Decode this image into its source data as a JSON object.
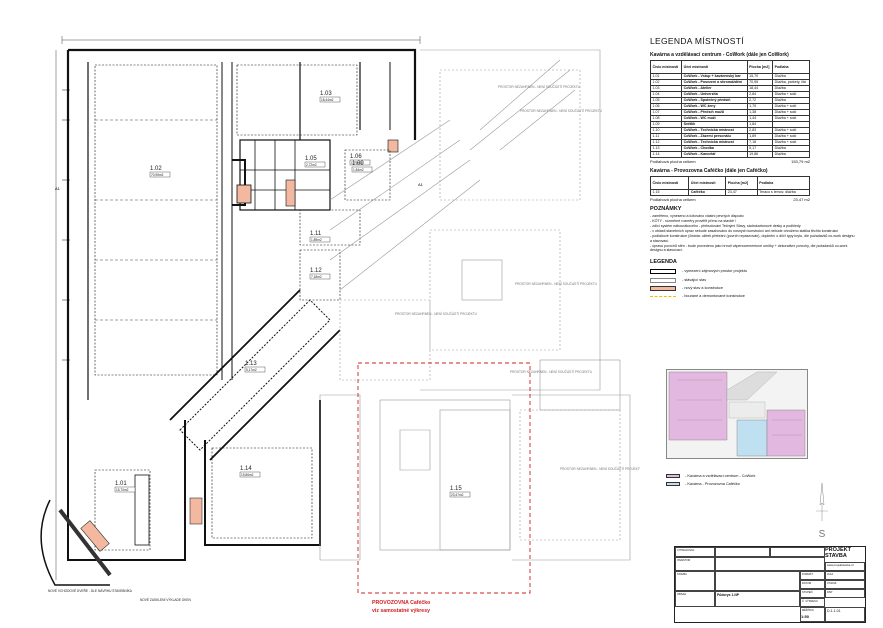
{
  "legend": {
    "title": "LEGENDA MÍSTNOSTÍ",
    "section1_title": "Kavárna a vzdělávací centrum - CoWork (dále jen CoWork)",
    "headers": [
      "Číslo místnosti",
      "Účel místnosti",
      "Plocha [m2]",
      "Podlaha"
    ],
    "rooms1": [
      {
        "no": "1.01",
        "name": "CoWork - Vstup + kavárenský bar",
        "area": "15,70",
        "floor": "Dlažba"
      },
      {
        "no": "1.02",
        "name": "CoWork - Posezení a shromáždění",
        "area": "70,95",
        "floor": "Dlažba, parkety, litá"
      },
      {
        "no": "1.03",
        "name": "CoWork - Atelier",
        "area": "18,44",
        "floor": "Dlažba"
      },
      {
        "no": "1.04",
        "name": "CoWork - Univerzita",
        "area": "2,84",
        "floor": "Dlažba + sokl"
      },
      {
        "no": "1.05",
        "name": "CoWork - Společný předsíň",
        "area": "2,72",
        "floor": "Dlažba"
      },
      {
        "no": "1.06",
        "name": "CoWork - WC ženy",
        "area": "1,79",
        "floor": "Dlažba + sokl"
      },
      {
        "no": "1.07",
        "name": "CoWork - Předsíň mužů",
        "area": "1,38",
        "floor": "Dlažba + sokl"
      },
      {
        "no": "1.08",
        "name": "CoWork - WC muži",
        "area": "1,44",
        "floor": "Dlažba + sokl"
      },
      {
        "no": "1.09",
        "name": "Světlík",
        "area": "1,84",
        "floor": ""
      },
      {
        "no": "1.10",
        "name": "CoWork - Technická místnost",
        "area": "2,83",
        "floor": "Dlažba + sokl"
      },
      {
        "no": "1.11",
        "name": "CoWork - Zázemí personálu",
        "area": "1,89",
        "floor": "Dlažba + sokl"
      },
      {
        "no": "1.12",
        "name": "CoWork - Technická místnost",
        "area": "7,18",
        "floor": "Dlažba + sokl"
      },
      {
        "no": "1.13",
        "name": "CoWork - Chodba",
        "area": "5,17",
        "floor": "Dlažba"
      },
      {
        "no": "1.14",
        "name": "CoWork - Kancelář",
        "area": "19,86",
        "floor": "Dlažba"
      }
    ],
    "total1_label": "Podlahová plocha celkem",
    "total1_value": "153,79 m2",
    "section2_title": "Kavárna - Provozovna Caféčko (dále jen Caféčko)",
    "rooms2": [
      {
        "no": "1.15",
        "name": "Caféčko",
        "area": "23,47",
        "floor": "Teraco s lemov. dlažba"
      }
    ],
    "total2_label": "Podlahová plocha celkem",
    "total2_value": "23,47 m2",
    "notes_title": "POZNÁMKY",
    "notes": [
      "- zaměřeno, vyneseno a kótováno vlastní pevných dispozic",
      "- KÓTY - rozměrné rozměry prověřit přímo na stavbě !",
      "- zdící systém nábourákového - přebudování Tečnými Stavy, sádrokartonové desky a podhledy",
      "- v oblasti stavebních úprav nebude zasahováno do nosných konstrukcí ani nebude ohroženo statika těchto konstrukcí",
      "- podlahové konstrukce (čistota: užitek přebrání (povrch repaseován), doplnění o dílčí typy krytu, dle požadavků co-work designu a stavovací.",
      "- úpravu povrchů stěn - bude provedeno jako hrnutí vápenocementové omítky + dekorativní povrchy, dle požadavků co-work designu a stavovací."
    ],
    "legend_title": "LEGENDA",
    "legend_items": [
      {
        "label": "- vymezení zájmových prostor projektu",
        "color": "#ffffff",
        "border": "#000000",
        "style": "outline"
      },
      {
        "label": "- stávající stav",
        "color": "#ffffff",
        "border": "#888888",
        "style": "thin"
      },
      {
        "label": "- nový stav a konstrukce",
        "color": "#f2b8a0",
        "border": "#333333",
        "style": "fill"
      },
      {
        "label": "- bourané a demontované konstrukce",
        "color": "#ffffff",
        "border": "#e2c400",
        "style": "dash"
      }
    ],
    "key_legend": [
      {
        "label": "- Kavárna a vzdělávací centrum - CoWork",
        "color": "#e3b8e0"
      },
      {
        "label": "- Kavárna - Provozovna Caféčko",
        "color": "#bfe0f0"
      }
    ],
    "stamp": {
      "company": "PROJEKT STAVBA",
      "web": "www.projektstavba.cz",
      "scale": "1:50",
      "scale_label": "MĚŘÍTKO",
      "drawing_no": "D.1.1.01",
      "label_vypracoval": "VYPRACOVAL",
      "label_investor": "INVESTOR",
      "label_stavba": "STAVBA",
      "label_obsah": "OBSAH",
      "obsah_value": "Půdorys 1.NP",
      "format_label": "FORMÁT",
      "format_value": "3xA4",
      "datum_label": "DATUM",
      "datum_value": "07/2016",
      "stupen_label": "STUPEŇ",
      "stupen_value": "DSP",
      "c_vykresu_label": "Č. VÝKRESU"
    }
  },
  "plan": {
    "room_labels": [
      {
        "id": "1.01",
        "area": "15,70m2"
      },
      {
        "id": "1.02",
        "area": "70,95m2"
      },
      {
        "id": "1.03",
        "area": "18,44m2"
      },
      {
        "id": "1.05",
        "area": "2,72m2"
      },
      {
        "id": "1.06",
        "area": "1,79m2"
      },
      {
        "id": "1.09",
        "area": "1,84m2"
      },
      {
        "id": "1.11",
        "area": "1,89m2"
      },
      {
        "id": "1.12",
        "area": "7,18m2"
      },
      {
        "id": "1.13",
        "area": "5,17m2"
      },
      {
        "id": "1.14",
        "area": "19,86m2"
      },
      {
        "id": "1.15",
        "area": "23,47m2"
      }
    ],
    "foreign_label": "PROSTOR NEZAHRNEN - NENÍ SOUČÁSTÍ PROJEKTU",
    "cafecko_label_1": "PROVOZOVNA Caféčko",
    "cafecko_label_2": "viz samostatné výkresy",
    "note_left_1": "NOVÉ VCHODOVÉ DVEŘE - DLE NÁVRHU STAVEBNÍKA",
    "note_left_2": "NOVÉ ZASKLENÍ VÝKLADE OKEN",
    "section_marks": [
      "A1",
      "A1"
    ],
    "compass": "S"
  }
}
